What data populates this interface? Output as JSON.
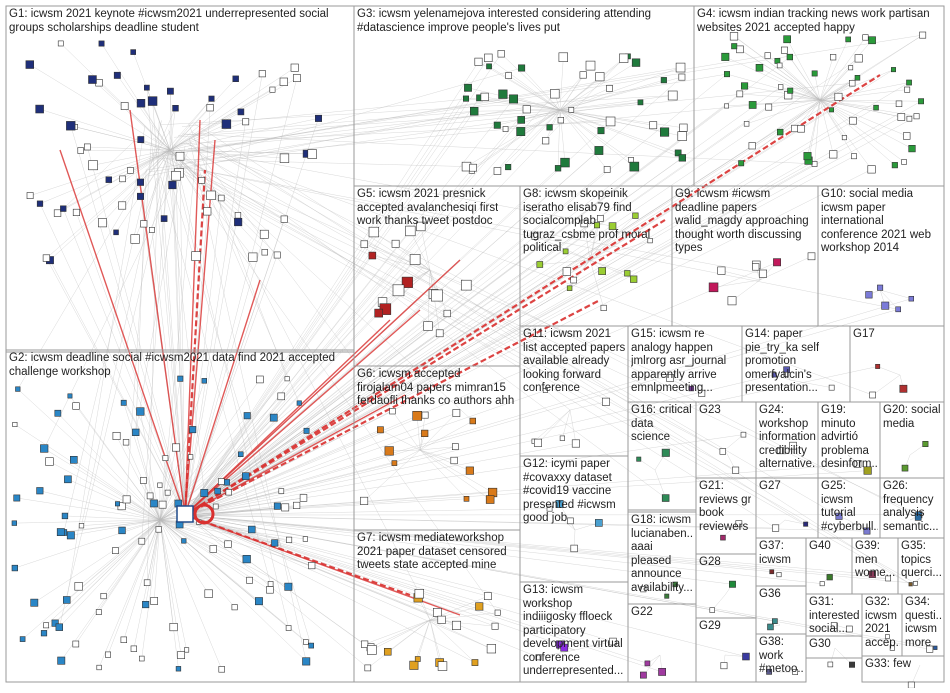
{
  "groups": [
    {
      "id": "g1",
      "lines": [
        "G1: icwsm 2021 keynote #icwsm2021 underrepresented social",
        "groups scholarships deadline student"
      ],
      "color": "#1f2f7a"
    },
    {
      "id": "g2",
      "lines": [
        "G2: icwsm deadline social #icwsm2021 data find 2021 accepted",
        "challenge workshop"
      ],
      "color": "#2a86c6"
    },
    {
      "id": "g3",
      "lines": [
        "G3: icwsm yelenamejova interested considering attending",
        "#datascience improve people's lives put"
      ],
      "color": "#1f7a3c"
    },
    {
      "id": "g4",
      "lines": [
        "G4: icwsm indian tracking news work partisan",
        "websites 2021 accepted happy"
      ],
      "color": "#2a9a3a"
    },
    {
      "id": "g5",
      "lines": [
        "G5: icwsm 2021 presnick",
        "accepted avalanchesiqi first",
        "work thanks tweet postdoc"
      ],
      "color": "#b22222"
    },
    {
      "id": "g6",
      "lines": [
        "G6: icwsm accepted",
        "firojalam04 papers mimran15",
        "ferdaofli thanks co authors ahh"
      ],
      "color": "#d97a1a"
    },
    {
      "id": "g7",
      "lines": [
        "G7: icwsm mediateworkshop",
        "2021 paper dataset censored",
        "tweets state accepted mine"
      ],
      "color": "#e0a020"
    },
    {
      "id": "g8",
      "lines": [
        "G8: icwsm skopeinik",
        "iseratho elisab79 find",
        "socialcomplab",
        "tugraz_csbme prof moral",
        "political"
      ],
      "color": "#9acd32"
    },
    {
      "id": "g9",
      "lines": [
        "G9: icwsm #icwsm",
        "deadline papers",
        "walid_magdy approaching",
        "thought worth discussing",
        "types"
      ],
      "color": "#c2185b"
    },
    {
      "id": "g10",
      "lines": [
        "G10: social media",
        "icwsm paper",
        "international",
        "conference 2021 web",
        "workshop 2014"
      ],
      "color": "#7b7bd8"
    },
    {
      "id": "g11",
      "lines": [
        "G11: icwsm 2021",
        "list accepted papers",
        "available already",
        "looking forward",
        "conference"
      ],
      "color": "#6a3fa0"
    },
    {
      "id": "g12",
      "lines": [
        "G12: icymi paper",
        "#covaxxy dataset",
        "#covid19 vaccine",
        "presented #icwsm",
        "good job"
      ],
      "color": "#4aa0d0"
    },
    {
      "id": "g13",
      "lines": [
        "G13: icwsm",
        "workshop",
        "indiiigosky ffloeck",
        "participatory",
        "development virtual",
        "conference",
        "underrepresented..."
      ],
      "color": "#8a2be2"
    },
    {
      "id": "g14",
      "lines": [
        "G14: paper",
        "pie_try_ka self",
        "promotion",
        "omerfyalcin's",
        "presentation..."
      ],
      "color": "#5a5ab0"
    },
    {
      "id": "g15",
      "lines": [
        "G15: icwsm re",
        "analogy happen",
        "jmlrorg asr_journal",
        "apparently arrive",
        "emnlpmeeting..."
      ],
      "color": "#7a3aa0"
    },
    {
      "id": "g16",
      "lines": [
        "G16: critical",
        "data",
        "science"
      ],
      "color": "#2e8b57"
    },
    {
      "id": "g17",
      "lines": [
        "G17"
      ],
      "color": "#b03030"
    },
    {
      "id": "g18",
      "lines": [
        "G18: icwsm",
        "lucianaben...",
        "aaai",
        "pleased",
        "announce",
        "availability..."
      ],
      "color": "#3a7a3a"
    },
    {
      "id": "g19",
      "lines": [
        "G19:",
        "minuto",
        "advirtió",
        "problema",
        "desinform..."
      ],
      "color": "#a0a020"
    },
    {
      "id": "g20",
      "lines": [
        "G20: social",
        "media"
      ],
      "color": "#5a9a30"
    },
    {
      "id": "g21",
      "lines": [
        "G21:",
        "reviews gr",
        "book",
        "reviewers"
      ],
      "color": "#a02a6a"
    },
    {
      "id": "g22",
      "lines": [
        "G22"
      ],
      "color": "#a03aa0"
    },
    {
      "id": "g23",
      "lines": [
        "G23"
      ],
      "color": "#3a9a3a"
    },
    {
      "id": "g24",
      "lines": [
        "G24:",
        "workshop",
        "information",
        "credibility",
        "alternative..."
      ],
      "color": "#5a5a5a"
    },
    {
      "id": "g25",
      "lines": [
        "G25:",
        "icwsm",
        "tutorial",
        "#cyberbull..."
      ],
      "color": "#7a7ad0"
    },
    {
      "id": "g26",
      "lines": [
        "G26:",
        "frequency",
        "analysis",
        "semantic..."
      ],
      "color": "#2a6aa0"
    },
    {
      "id": "g27",
      "lines": [
        "G27"
      ],
      "color": "#2a2a7a"
    },
    {
      "id": "g28",
      "lines": [
        "G28"
      ],
      "color": "#1f8a3a"
    },
    {
      "id": "g29",
      "lines": [
        "G29"
      ],
      "color": "#3a3aa0"
    },
    {
      "id": "g30",
      "lines": [
        "G30"
      ],
      "color": "#3a3a3a"
    },
    {
      "id": "g31",
      "lines": [
        "G31:",
        "interested",
        "social..."
      ],
      "color": "#5a2a8a"
    },
    {
      "id": "g32",
      "lines": [
        "G32:",
        "icwsm",
        "2021",
        "accep..."
      ],
      "color": "#a03a3a"
    },
    {
      "id": "g33",
      "lines": [
        "G33: few"
      ],
      "color": "#8a2a8a"
    },
    {
      "id": "g34",
      "lines": [
        "G34:",
        "questi...",
        "icwsm",
        "more"
      ],
      "color": "#2a5aa0"
    },
    {
      "id": "g35",
      "lines": [
        "G35:",
        "topics",
        "querci..."
      ],
      "color": "#7a5a2a"
    },
    {
      "id": "g36",
      "lines": [
        "G36"
      ],
      "color": "#3a8a8a"
    },
    {
      "id": "g37",
      "lines": [
        "G37:",
        "icwsm"
      ],
      "color": "#7a2a2a"
    },
    {
      "id": "g38",
      "lines": [
        "G38:",
        "work",
        "#metoo..."
      ],
      "color": "#5a5a8a"
    },
    {
      "id": "g39",
      "lines": [
        "G39:",
        "men",
        "wome..."
      ],
      "color": "#8a3a5a"
    },
    {
      "id": "g40",
      "lines": [
        "G40"
      ],
      "color": "#3a7a2a"
    }
  ]
}
